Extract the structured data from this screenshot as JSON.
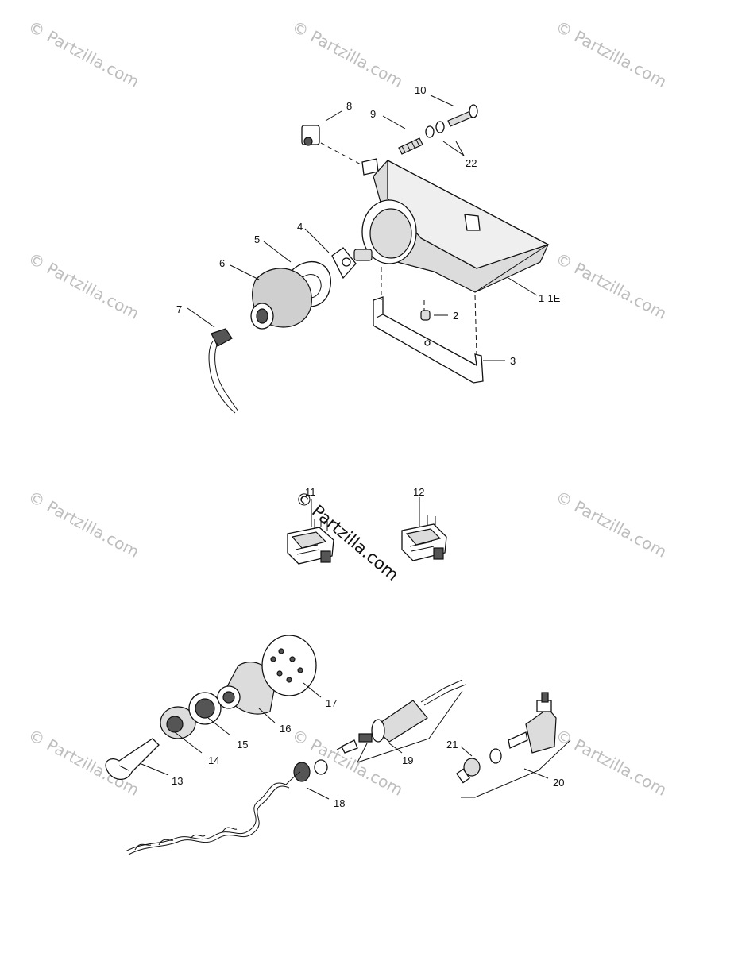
{
  "watermark": "© Partzilla.com",
  "watermark_center": "© Partzilla.com",
  "callouts": {
    "c1": "1-1E",
    "c2": "2",
    "c3": "3",
    "c4": "4",
    "c5": "5",
    "c6": "6",
    "c7": "7",
    "c8": "8",
    "c9": "9",
    "c10": "10",
    "c11": "11",
    "c12": "12",
    "c13": "13",
    "c14": "14",
    "c15": "15",
    "c16": "16",
    "c17": "17",
    "c18": "18",
    "c19": "19",
    "c20": "20",
    "c21": "21",
    "c22": "22"
  }
}
